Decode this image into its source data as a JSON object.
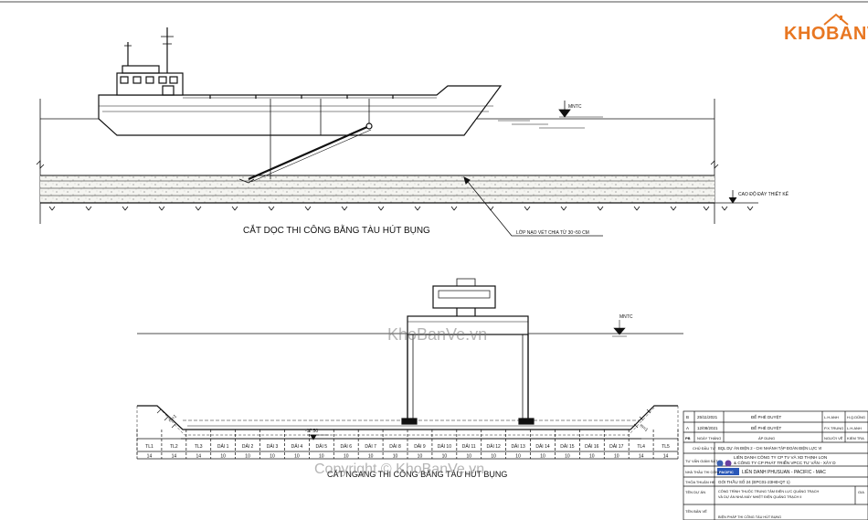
{
  "logo": {
    "text": "KHOBANVE",
    "color": "#e87722"
  },
  "watermarks": {
    "center": "KhoBanVe.vn",
    "bottom": "Copyright © KhoBanVe.vn"
  },
  "top_section": {
    "title": "CẮT DỌC THI CÔNG BẰNG TÀU HÚT BỤNG",
    "water_label": "MNTC",
    "depth_label": "CAO ĐỘ ĐÁY THIẾT KẾ",
    "sediment_note": "LỚP NẠO VÉT CHIA TỪ 30~50 CM"
  },
  "bottom_section": {
    "title": "CẮT NGANG THI CÔNG BẰNG TÀU HÚT BỤNG",
    "water_label": "MNTC",
    "elevation_label": "-17.50",
    "slope_left": "m=1",
    "slope_right": "m=1",
    "strips": [
      {
        "name": "TL1",
        "width": "14"
      },
      {
        "name": "TL2",
        "width": "14"
      },
      {
        "name": "TL3",
        "width": "14"
      },
      {
        "name": "DẢI 1",
        "width": "10"
      },
      {
        "name": "DẢI 2",
        "width": "10"
      },
      {
        "name": "DẢI 3",
        "width": "10"
      },
      {
        "name": "DẢI 4",
        "width": "10"
      },
      {
        "name": "DẢI 5",
        "width": "10"
      },
      {
        "name": "DẢI 6",
        "width": "10"
      },
      {
        "name": "DẢI 7",
        "width": "10"
      },
      {
        "name": "DẢI 8",
        "width": "10"
      },
      {
        "name": "DẢI 9",
        "width": "10"
      },
      {
        "name": "DẢI 10",
        "width": "10"
      },
      {
        "name": "DẢI 11",
        "width": "10"
      },
      {
        "name": "DẢI 12",
        "width": "10"
      },
      {
        "name": "DẢI 13",
        "width": "10"
      },
      {
        "name": "DẢI 14",
        "width": "10"
      },
      {
        "name": "DẢI 15",
        "width": "10"
      },
      {
        "name": "DẢI 16",
        "width": "10"
      },
      {
        "name": "DẢI 17",
        "width": "10"
      },
      {
        "name": "TL4",
        "width": "14"
      },
      {
        "name": "TL5",
        "width": "14"
      }
    ]
  },
  "title_block": {
    "revisions": [
      {
        "rev": "B",
        "date": "25/11/2021",
        "desc": "ĐỂ PHÊ DUYỆT",
        "by": "L.H.ANH",
        "chk": "H.Q.DŨNG"
      },
      {
        "rev": "A",
        "date": "12/08/2021",
        "desc": "ĐỂ PHÊ DUYỆT",
        "by": "P.X.TRUNG",
        "chk": "L.H.ANH"
      },
      {
        "rev": "PB",
        "date": "NGÀY THÁNG",
        "desc": "ÁP DỤNG",
        "by": "NGƯỜI VẼ",
        "chk": "KIỂM TRA"
      }
    ],
    "owner_label": "CHỦ ĐẦU TƯ",
    "owner": "BQL DỰ ÁN ĐIỆN 2 - CHI NHÁNH TẬP ĐOÀN ĐIỆN LỰC VI",
    "supervisor_label": "TƯ VẤN GIÁM SÁT",
    "supervisor_1": "LIÊN DANH CÔNG TY CP TV VÀ XD THỊNH LON",
    "supervisor_2": "& CÔNG TY CP PHÁT TRIỂN VPCC TƯ VẤN - XÂY D",
    "contractor_label": "NHÀ THẦU THI CÔNG",
    "contractor": "LIÊN DANH PHUSUAN - PACIFIC - MAC",
    "contractor_logo": "PACIFIC",
    "package_label": "THỎA THUẬN HĐ",
    "package": "GÓI THẦU SỐ 24 (EPC01-23HĐ-QT 1)",
    "project_label": "TÊN DỰ ÁN",
    "project_1": "CÔNG TRÌNH THUỘC TRUNG TÂM ĐIỆN LỰC QUẢNG TRẠCH",
    "project_2": "VÀ DỰ ÁN NHÀ MÁY NHIỆT ĐIỆN QUẢNG TRẠCH II",
    "project_right": "GIA",
    "drawing_label": "TÊN BẢN VẼ",
    "drawing_name": "BIỆN PHÁP THI CÔNG TÀU HÚT BỤNG"
  }
}
